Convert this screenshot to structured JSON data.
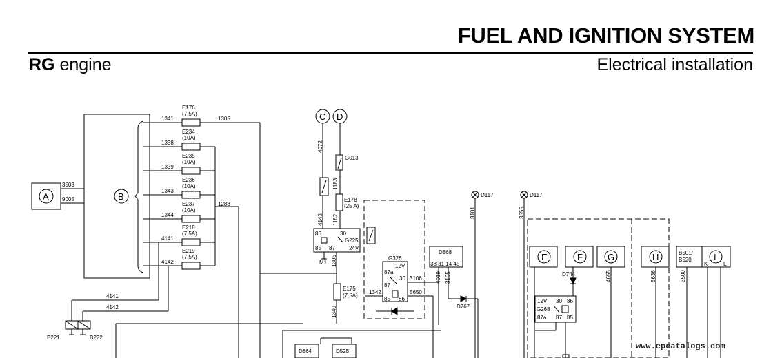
{
  "header": {
    "title": "FUEL AND IGNITION SYSTEM",
    "engine_code": "RG",
    "engine_word": "engine",
    "section": "Electrical installation"
  },
  "diagram": {
    "components": {
      "A": "A",
      "B": "B",
      "C": "C",
      "D": "D",
      "E": "E",
      "F": "F",
      "G": "G",
      "H": "H",
      "I": "I",
      "B501": "B501/",
      "B520": "B520",
      "B221": "B221",
      "B222": "B222",
      "D868": "D868",
      "D864": "D864",
      "D525": "D525",
      "D117a": "D117",
      "D117b": "D117",
      "D744": "D744",
      "D767": "D767",
      "G013": "G013",
      "G225": "G225",
      "G326": "G326",
      "G268": "G268",
      "M1": "M1"
    },
    "fuses": [
      {
        "id": "E176",
        "rating": "(7,5A)"
      },
      {
        "id": "E234",
        "rating": "(10A)"
      },
      {
        "id": "E235",
        "rating": "(10A)"
      },
      {
        "id": "E236",
        "rating": "(10A)"
      },
      {
        "id": "E237",
        "rating": "(10A)"
      },
      {
        "id": "E218",
        "rating": "(7,5A)"
      },
      {
        "id": "E219",
        "rating": "(7,5A)"
      },
      {
        "id": "E178",
        "rating": "(25 A)"
      },
      {
        "id": "E175",
        "rating": "(7,5A)"
      }
    ],
    "wires": {
      "w3503": "3503",
      "w9005": "9005",
      "w1341": "1341",
      "w1305a": "1305",
      "w1338": "1338",
      "w1339": "1339",
      "w1343": "1343",
      "w1344": "1344",
      "w1288": "1288",
      "w4141a": "4141",
      "w4142a": "4142",
      "w4141b": "4141",
      "w4142b": "4142",
      "w4072": "4072",
      "w1183": "1183",
      "w1182": "1182",
      "w4143": "4143",
      "w1305b": "1305",
      "w1340": "1340",
      "w1342": "1342",
      "w3106": "3106",
      "w5650": "5650",
      "w4039": "4039",
      "w3105": "3105",
      "w3101": "3101",
      "w3555": "3555",
      "w4655": "4655",
      "w5636": "5636",
      "w3500": "3500"
    },
    "relay_pins": {
      "g225_86": "86",
      "g225_30": "30",
      "g225_85": "85",
      "g225_87": "87",
      "g225_24v": "24V",
      "g326_12v": "12V",
      "g326_87a": "87a",
      "g326_30": "30",
      "g326_87": "87",
      "g326_85": "85",
      "g326_86": "86",
      "d868_pins": "38 31 14 45",
      "g268_12v": "12V",
      "g268_30": "30",
      "g268_86": "86",
      "g268_87a": "87a",
      "g268_87": "87",
      "g268_85": "85",
      "i_k": "K",
      "i_l": "L"
    }
  },
  "watermark": "www.epcatalogs.com"
}
